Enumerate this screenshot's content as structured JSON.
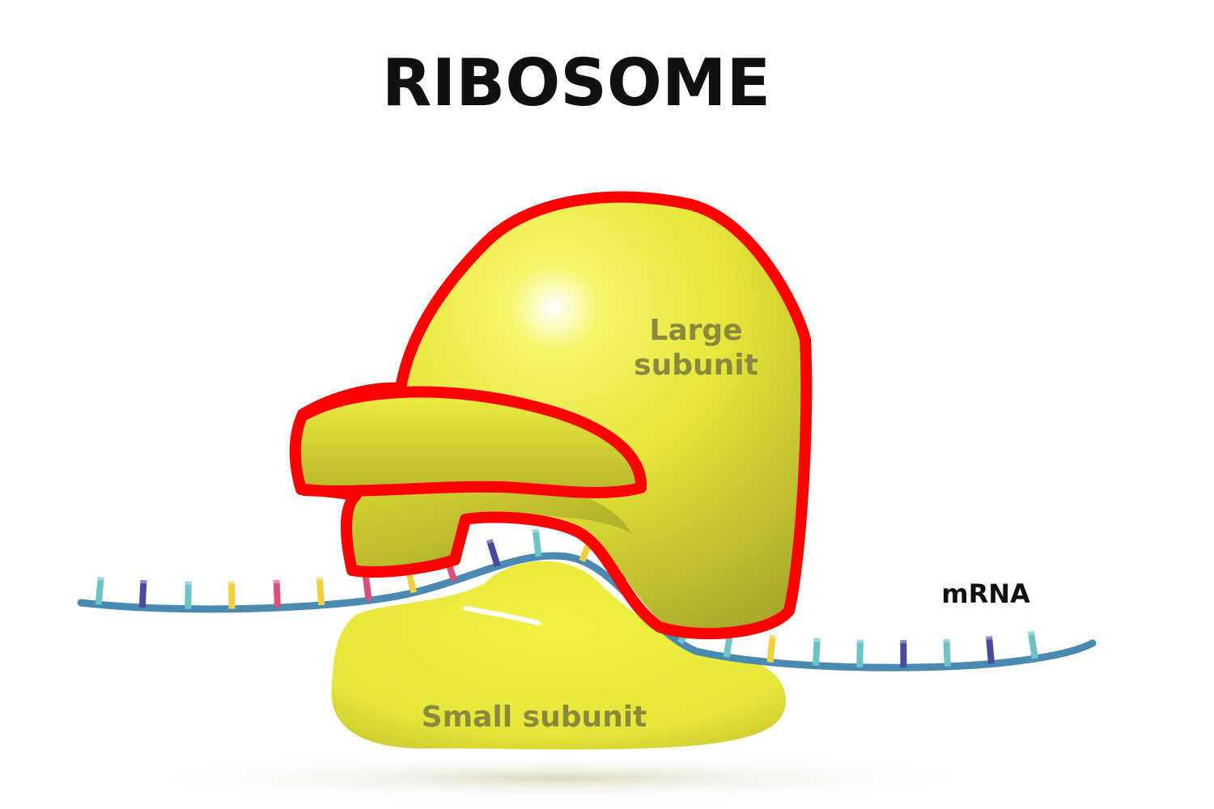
{
  "title": "RIBOSOME",
  "labels": {
    "large_subunit_line1": "Large",
    "large_subunit_line2": "subunit",
    "small_subunit": "Small subunit",
    "mrna": "mRNA"
  },
  "colors": {
    "subunit_fill": "#ecec3a",
    "subunit_shade": "#b9b92a",
    "highlight_outline": "#ff0000",
    "mrna_strand": "#4a8ab0",
    "nucleotide_cyan": "#6cc4c8",
    "nucleotide_indigo": "#4a4a9c",
    "nucleotide_yellow": "#f2cf3c",
    "nucleotide_pink": "#d9517a"
  },
  "nucleotides": [
    "cyan",
    "indigo",
    "cyan",
    "yellow",
    "pink",
    "yellow",
    "pink",
    "yellow",
    "pink",
    "indigo",
    "cyan",
    "yellow",
    "indigo",
    "cyan",
    "cyan",
    "yellow",
    "cyan",
    "cyan",
    "indigo",
    "cyan",
    "indigo",
    "cyan",
    "yellow",
    "pink"
  ]
}
